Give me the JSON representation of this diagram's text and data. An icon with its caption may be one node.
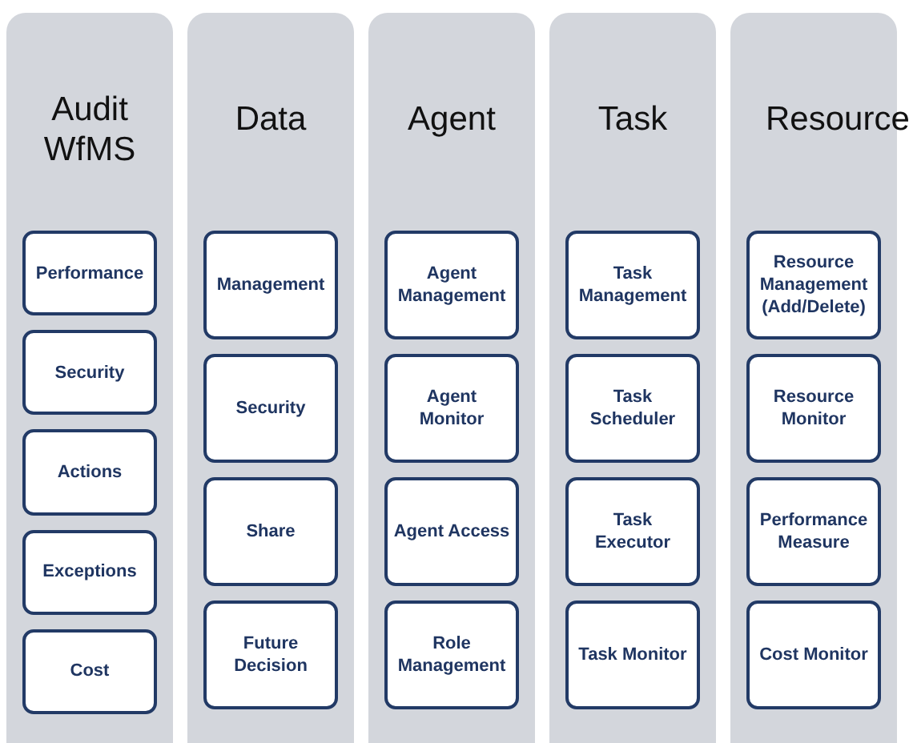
{
  "diagram": {
    "nodes": [
      {
        "text": [
          "Audit WfMS"
        ]
      },
      {
        "text": [
          "Performance"
        ],
        "in": 0
      },
      {
        "text": [
          "Security"
        ],
        "in": 0
      },
      {
        "text": [
          "Actions"
        ],
        "in": 0
      },
      {
        "text": [
          "Exceptions"
        ],
        "in": 0
      },
      {
        "text": [
          "Cost"
        ],
        "in": 0
      },
      {
        "text": [
          "Data"
        ]
      },
      {
        "text": [
          "Management"
        ],
        "in": 6
      },
      {
        "text": [
          "Security"
        ],
        "in": 6
      },
      {
        "text": [
          "Share"
        ],
        "in": 6
      },
      {
        "text": [
          "Future Decision"
        ],
        "in": 6
      },
      {
        "text": [
          "Agent"
        ]
      },
      {
        "text": [
          "Agent Management"
        ],
        "in": 11
      },
      {
        "text": [
          "Agent Monitor"
        ],
        "in": 11
      },
      {
        "text": [
          "Agent Access"
        ],
        "in": 11
      },
      {
        "text": [
          "Role Management"
        ],
        "in": 11
      },
      {
        "text": [
          "Task"
        ]
      },
      {
        "text": [
          "Task Management"
        ],
        "in": 16
      },
      {
        "text": [
          "Task Scheduler"
        ],
        "in": 16
      },
      {
        "text": [
          "Task Executor"
        ],
        "in": 16
      },
      {
        "text": [
          "Task Monitor"
        ],
        "in": 16
      },
      {
        "text": [
          "Resource"
        ]
      },
      {
        "text": [
          "Resource Management (Add/Delete)"
        ],
        "in": 21
      },
      {
        "text": [
          "Resource Monitor"
        ],
        "in": 21
      },
      {
        "text": [
          "Performance Measure"
        ],
        "in": 21
      },
      {
        "text": [
          "Cost Monitor"
        ],
        "in": 21
      }
    ]
  }
}
